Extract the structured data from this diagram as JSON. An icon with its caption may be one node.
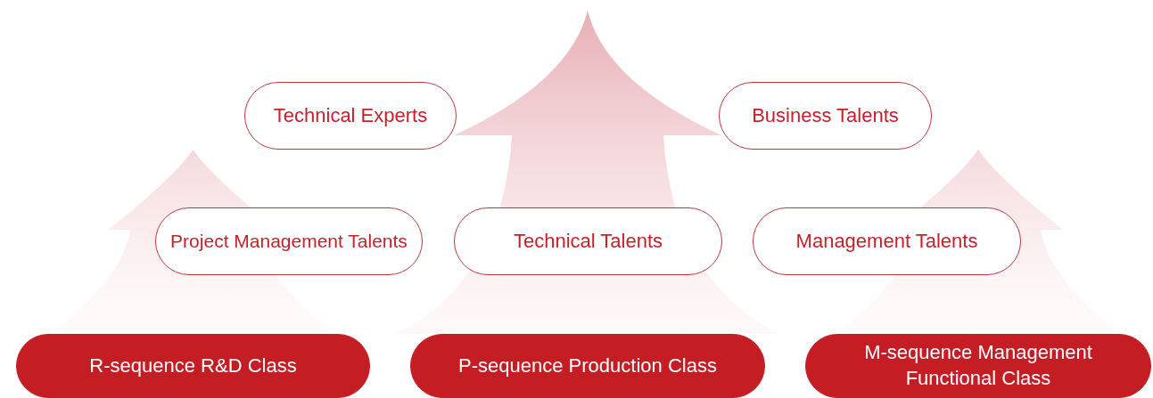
{
  "diagram": {
    "nodes": [
      {
        "text": [
          "Technical Experts"
        ]
      },
      {
        "text": [
          "Business Talents"
        ]
      },
      {
        "text": [
          "Project Management Talents"
        ]
      },
      {
        "text": [
          "Technical Talents"
        ]
      },
      {
        "text": [
          "Management Talents"
        ]
      },
      {
        "text": [
          "R-sequence R&D Class"
        ]
      },
      {
        "text": [
          "P-sequence Production Class"
        ]
      },
      {
        "text": [
          "M-sequence Management Functional Class"
        ]
      }
    ],
    "edges": [
      {
        "from": 5,
        "to": 0,
        "arrow": "to"
      },
      {
        "from": 6,
        "to": null,
        "arrow": "to"
      },
      {
        "from": 7,
        "to": 1,
        "arrow": "to"
      }
    ]
  }
}
